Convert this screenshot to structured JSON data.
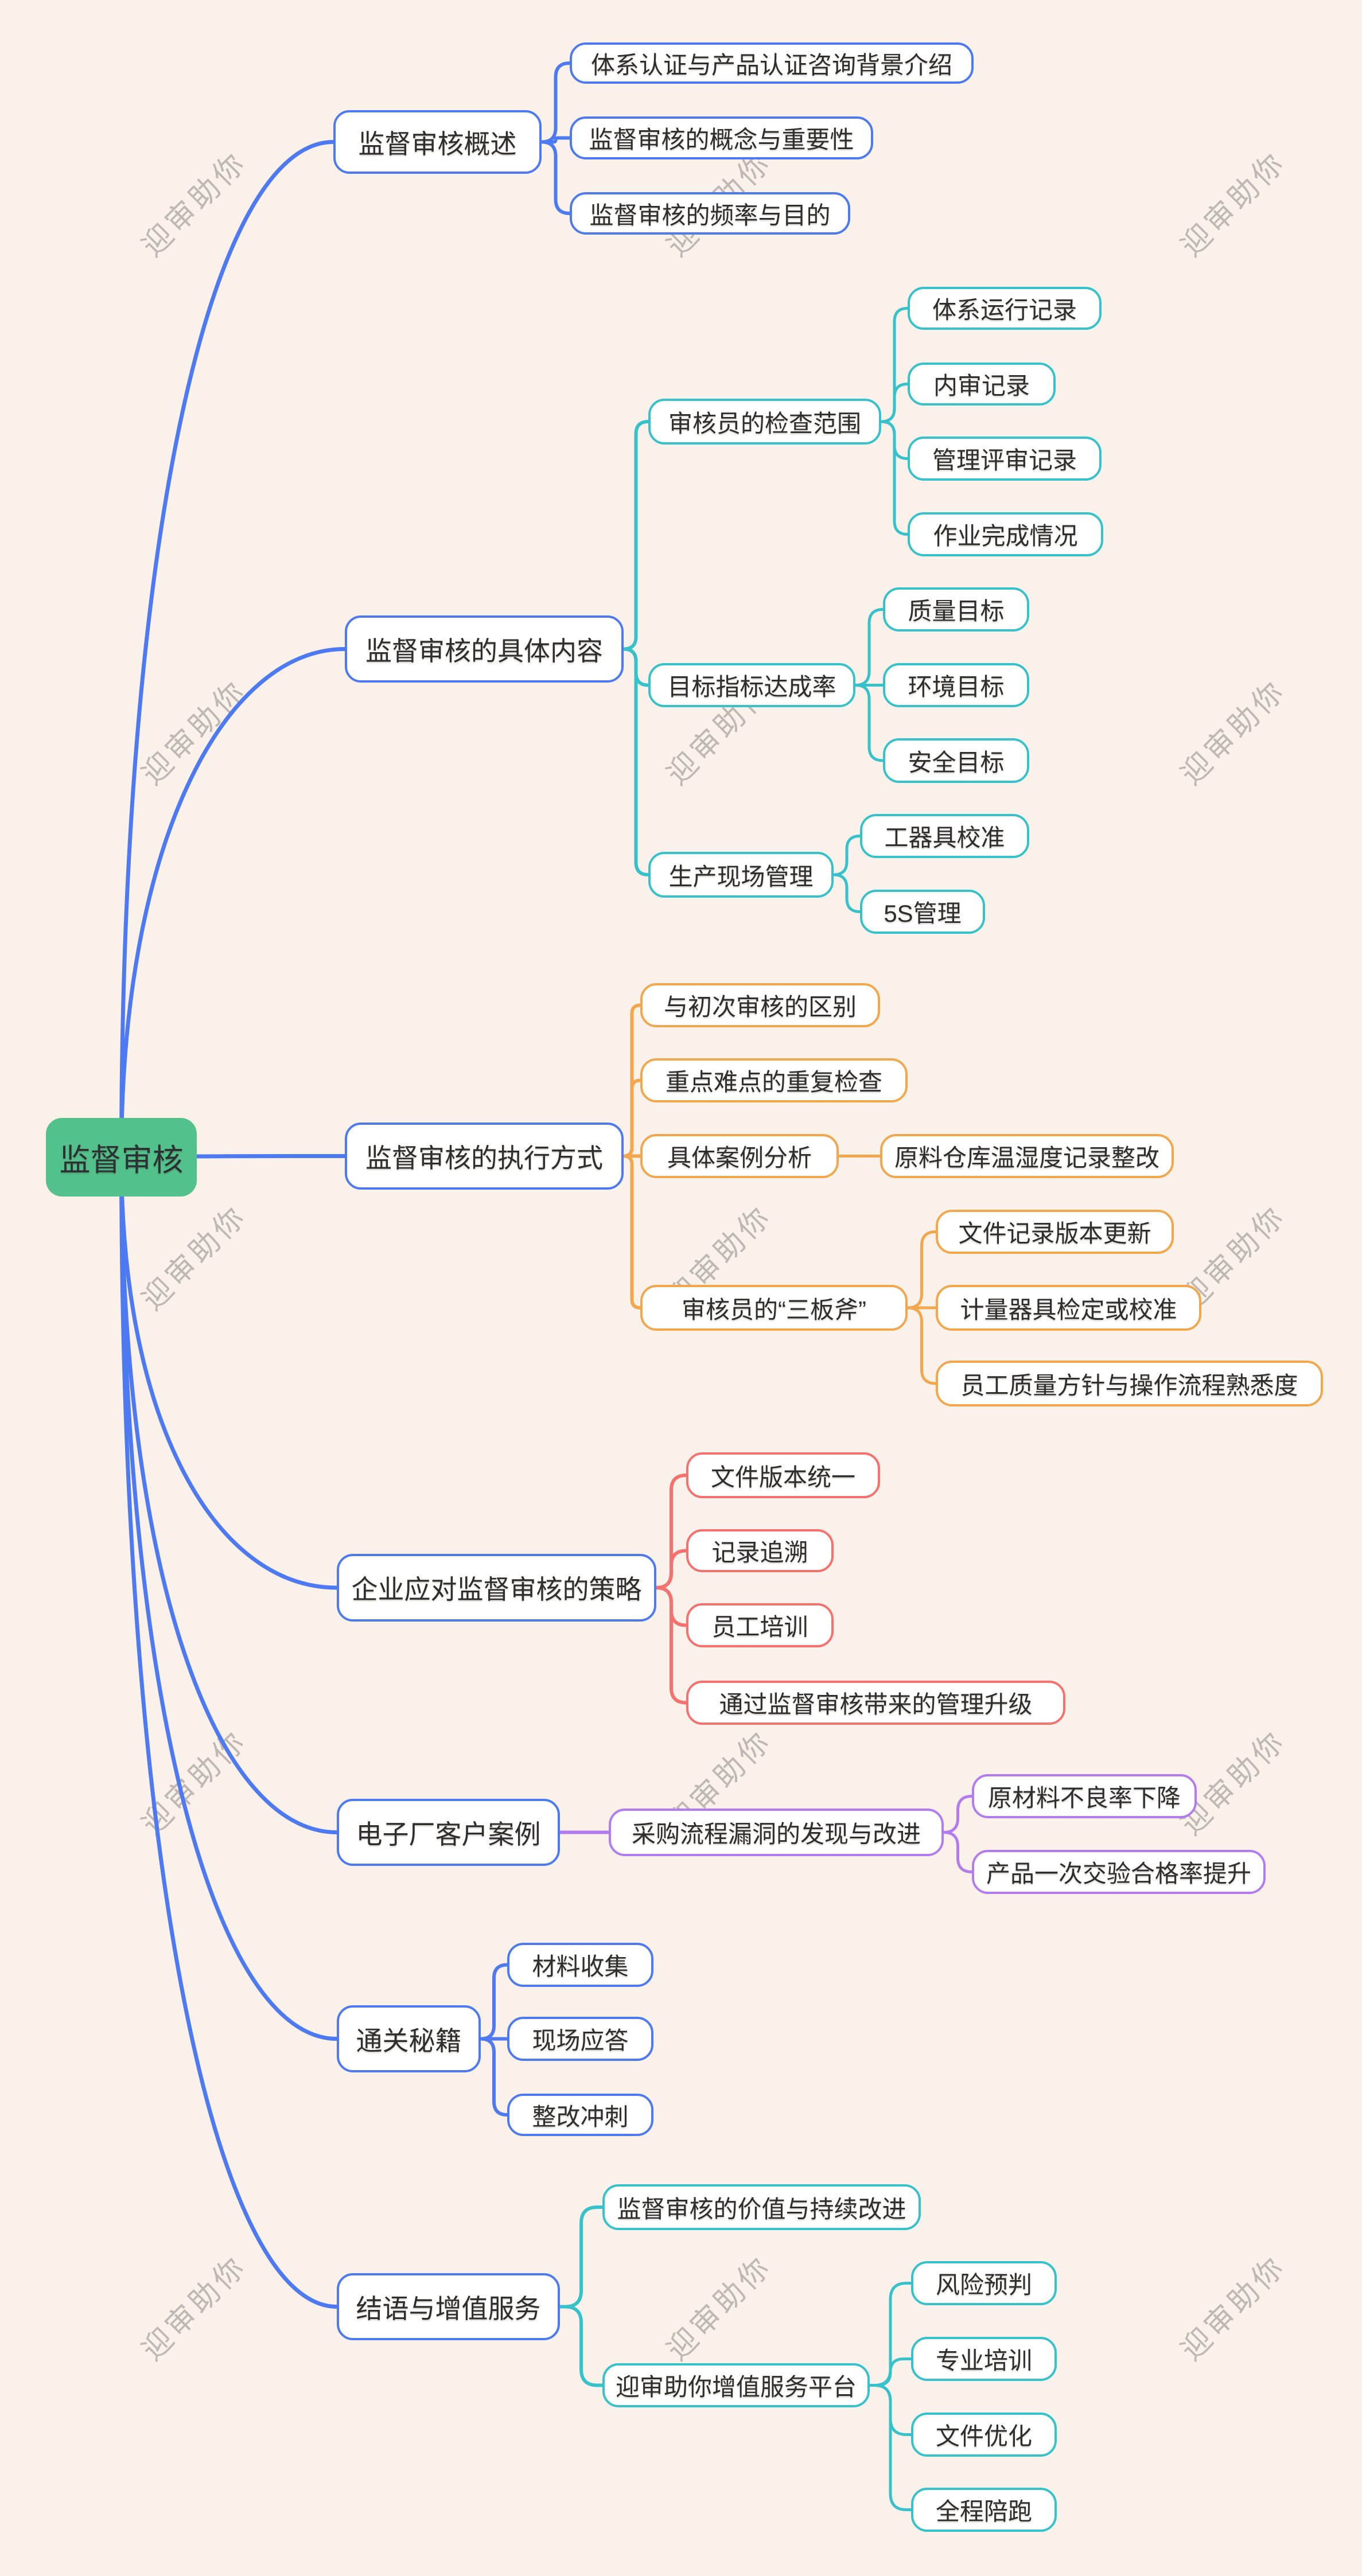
{
  "app": {
    "watermark_text": "迎审助你"
  },
  "colors": {
    "background": "#faf1ea",
    "blue": "#4d7af2",
    "teal": "#36c2ca",
    "orange": "#f2a74c",
    "red": "#f6706e",
    "purple": "#b27bf0",
    "green": "#52c18c",
    "text": "#2e2e2e",
    "watermark": "#b5aeaa"
  },
  "root": {
    "label": "监督审核"
  },
  "branches": [
    {
      "label": "监督审核概述",
      "children": [
        {
          "label": "体系认证与产品认证咨询背景介绍"
        },
        {
          "label": "监督审核的概念与重要性"
        },
        {
          "label": "监督审核的频率与目的"
        }
      ]
    },
    {
      "label": "监督审核的具体内容",
      "children": [
        {
          "label": "审核员的检查范围",
          "children": [
            {
              "label": "体系运行记录"
            },
            {
              "label": "内审记录"
            },
            {
              "label": "管理评审记录"
            },
            {
              "label": "作业完成情况"
            }
          ]
        },
        {
          "label": "目标指标达成率",
          "children": [
            {
              "label": "质量目标"
            },
            {
              "label": "环境目标"
            },
            {
              "label": "安全目标"
            }
          ]
        },
        {
          "label": "生产现场管理",
          "children": [
            {
              "label": "工器具校准"
            },
            {
              "label": "5S管理"
            }
          ]
        }
      ]
    },
    {
      "label": "监督审核的执行方式",
      "children": [
        {
          "label": "与初次审核的区别"
        },
        {
          "label": "重点难点的重复检查"
        },
        {
          "label": "具体案例分析",
          "children": [
            {
              "label": "原料仓库温湿度记录整改"
            }
          ]
        },
        {
          "label": "审核员的“三板斧”",
          "children": [
            {
              "label": "文件记录版本更新"
            },
            {
              "label": "计量器具检定或校准"
            },
            {
              "label": "员工质量方针与操作流程熟悉度"
            }
          ]
        }
      ]
    },
    {
      "label": "企业应对监督审核的策略",
      "children": [
        {
          "label": "文件版本统一"
        },
        {
          "label": "记录追溯"
        },
        {
          "label": "员工培训"
        },
        {
          "label": "通过监督审核带来的管理升级"
        }
      ]
    },
    {
      "label": "电子厂客户案例",
      "children": [
        {
          "label": "采购流程漏洞的发现与改进",
          "children": [
            {
              "label": "原材料不良率下降"
            },
            {
              "label": "产品一次交验合格率提升"
            }
          ]
        }
      ]
    },
    {
      "label": "通关秘籍",
      "children": [
        {
          "label": "材料收集"
        },
        {
          "label": "现场应答"
        },
        {
          "label": "整改冲刺"
        }
      ]
    },
    {
      "label": "结语与增值服务",
      "children": [
        {
          "label": "监督审核的价值与持续改进"
        },
        {
          "label": "迎审助你增值服务平台",
          "children": [
            {
              "label": "风险预判"
            },
            {
              "label": "专业培训"
            },
            {
              "label": "文件优化"
            },
            {
              "label": "全程陪跑"
            }
          ]
        }
      ]
    }
  ]
}
